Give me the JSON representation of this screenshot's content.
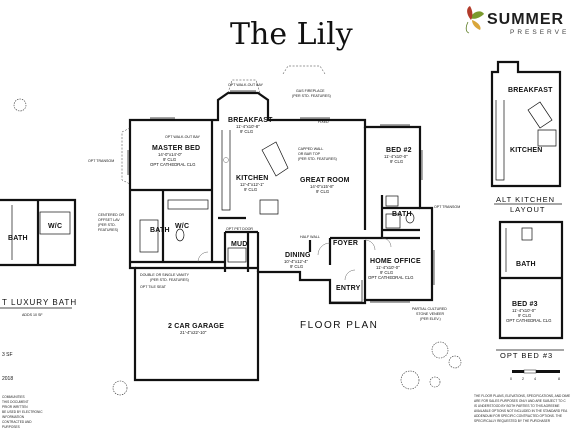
{
  "title": "The Lily",
  "brand": {
    "name_line1": "SUMMER",
    "name_line2": "PRESERVE",
    "leaf_colors": [
      "#7a9a2e",
      "#b23b2a",
      "#d9a63a"
    ]
  },
  "rooms": {
    "breakfast": "BREAKFAST",
    "master_bed": "MASTER BED",
    "kitchen": "KITCHEN",
    "great_room": "GREAT ROOM",
    "bed2": "BED #2",
    "bath_main": "BATH",
    "bath_master": "BATH",
    "wc_master": "W/C",
    "mud": "MUD",
    "foyer": "FOYER",
    "dining": "DINING",
    "home_office": "HOME OFFICE",
    "entry": "ENTRY",
    "garage": "2 CAR GARAGE",
    "left_bath": "BATH",
    "left_wc": "W/C",
    "alt_breakfast": "BREAKFAST",
    "alt_kitchen": "KITCHEN",
    "opt_bath": "BATH",
    "opt_bed3": "BED #3"
  },
  "dims": {
    "breakfast": "11'-4\"x10'-8\"",
    "breakfast_clg": "9' CLG",
    "master_bed": "14'-0\"x14'-0\"",
    "master_clg": "9' CLG",
    "master_opt": "OPT CATHEDRAL CLG",
    "kitchen": "12'-4\"x12'-1\"",
    "kitchen_clg": "9' CLG",
    "great_room": "14'-0\"x15'-8\"",
    "great_room_clg": "9' CLG",
    "bed2": "11'-4\"x10'-0\"",
    "bed2_clg": "9' CLG",
    "dining": "10'-4\"x12'-4\"",
    "dining_clg": "9' CLG",
    "home_office": "11'-4\"x10'-0\"",
    "home_office_clg": "9' CLG",
    "home_office_opt": "OPT CATHEDRAL CLG",
    "garage": "21'-4\"x22'-10\"",
    "opt_bed3": "11'-4\"x10'-0\"",
    "opt_bed3_clg": "9' CLG",
    "opt_bed3_opt": "OPT CATHEDRAL CLG"
  },
  "notes": {
    "walkout_bay_1": "OPT WALK-OUT BAY",
    "gas_fireplace": "GAS FIREPLACE",
    "gas_fireplace_sub": "(PER STD. FEATURES)",
    "walkout_bay_2": "OPT WALK-OUT BAY",
    "fixed": "FIXED",
    "capped_wall": "CAPPED WALL",
    "capped_wall_2": "OR BAR TOP",
    "capped_wall_3": "(PER STD. FEATURES)",
    "opt_transom_left": "OPT TRANSOM",
    "opt_transom_right": "OPT TRANSOM",
    "centered_mirror": "CENTERED OR",
    "centered_mirror_2": "OFFSET LAV",
    "centered_mirror_3": "(PER STD.",
    "centered_mirror_4": "FEATURES)",
    "double_vanity": "DOUBLE OR SINGLE VANITY",
    "double_vanity_sub": "(PER STD. FEATURES)",
    "opt_tile_seat": "OPT TILE SEAT",
    "opt_pet_door": "OPT PET DOOR",
    "half_wall": "HALF WALL",
    "partial_stone": "PARTIAL CULTURED",
    "partial_stone_2": "STONE VENEER",
    "partial_stone_3": "(PER ELEV.)"
  },
  "captions": {
    "floor_plan": "FLOOR PLAN",
    "left_caption": "T LUXURY BATH",
    "left_adds": "ADDS 10 SF",
    "alt_kitchen_1": "ALT KITCHEN",
    "alt_kitchen_2": "LAYOUT",
    "opt_bed3": "OPT BED #3",
    "left_sf": "3 SF",
    "left_year": "2018"
  },
  "scale": {
    "labels": [
      "0",
      "2",
      "4",
      "8"
    ]
  },
  "footer": {
    "left_lines": [
      "COMMUNITIES",
      "THIS DOCUMENT",
      "PRIOR WRITTEN",
      "BE USED BY ELECTRONIC",
      "INFORMATION",
      "CONTRACTED AND",
      "PURPOSES"
    ],
    "right_lines": [
      "THE FLOOR PLANS, ELEVATIONS, SPECIFICATIONS, AND DIME",
      "ARE FOR SALES PURPOSES ONLY AND ARE SUBJECT TO C",
      "IS UNDERSTOOD BY BOTH PARTIES TO THIS AGREEME",
      "AVAILABLE OPTIONS NOT INCLUDED IN THE STANDARD FEA",
      "ADDENDUM FOR SPECIFIC CONTRACTED OPTIONS. THE",
      "SPECIFICALLY REQUESTED BY THE PURCHASER"
    ]
  }
}
